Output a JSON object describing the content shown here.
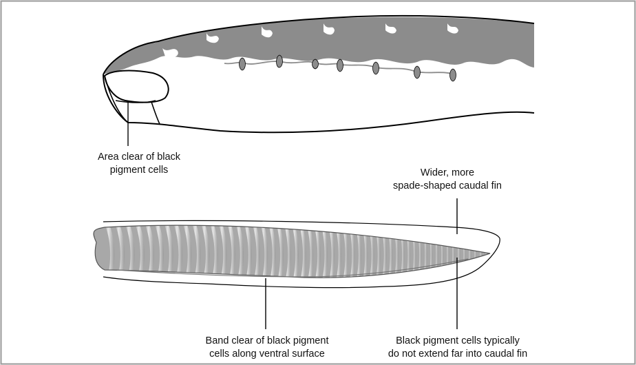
{
  "figure": {
    "colors": {
      "outline": "#000000",
      "pigment": "#8c8c8c",
      "frame": "#9a9a9a",
      "background": "#ffffff"
    },
    "labels": {
      "head_clear": {
        "line1": "Area clear of black",
        "line2": "pigment cells"
      },
      "caudal_fin": {
        "line1": "Wider, more",
        "line2": "spade-shaped caudal fin"
      },
      "ventral_band": {
        "line1": "Band clear of black pigment",
        "line2": "cells along ventral surface"
      },
      "caudal_pigment": {
        "line1": "Black pigment cells typically",
        "line2": "do not extend far into caudal fin"
      }
    }
  }
}
